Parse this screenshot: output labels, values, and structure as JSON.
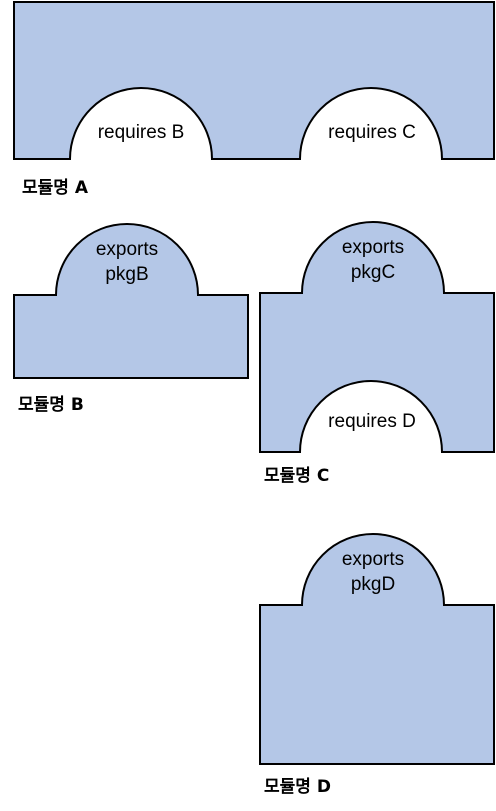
{
  "colors": {
    "module_fill": "#b4c7e7",
    "outline": "#000000",
    "background": "#ffffff"
  },
  "modules": {
    "a": {
      "name": "모듈명 A",
      "requires": [
        "requires B",
        "requires C"
      ]
    },
    "b": {
      "name": "모듈명 B",
      "exports": [
        "exports",
        "pkgB"
      ]
    },
    "c": {
      "name": "모듈명 C",
      "exports": [
        "exports",
        "pkgC"
      ],
      "requires": [
        "requires D"
      ]
    },
    "d": {
      "name": "모듈명 D",
      "exports": [
        "exports",
        "pkgD"
      ]
    }
  }
}
